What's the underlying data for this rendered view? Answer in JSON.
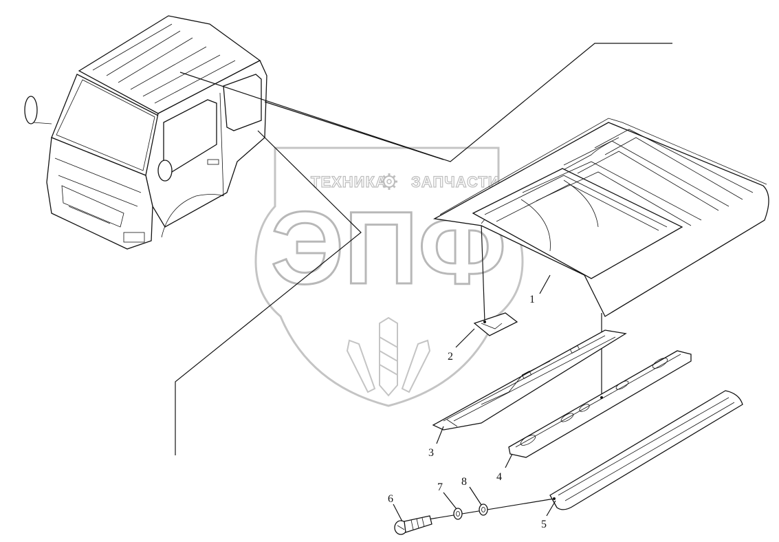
{
  "watermark": {
    "top_left": "ТЕХНИКА",
    "top_right": "ЗАПЧАСТИ",
    "big": "ЭПФ",
    "color": "#bdbdbd"
  },
  "callouts": [
    {
      "id": "1",
      "label": "1"
    },
    {
      "id": "2",
      "label": "2"
    },
    {
      "id": "3",
      "label": "3"
    },
    {
      "id": "4",
      "label": "4"
    },
    {
      "id": "5",
      "label": "5"
    },
    {
      "id": "6",
      "label": "6"
    },
    {
      "id": "7",
      "label": "7"
    },
    {
      "id": "8",
      "label": "8"
    }
  ],
  "icons": {
    "cab": "truck-cab-icon",
    "gear": "gear-icon"
  },
  "colors": {
    "line": "#111111",
    "background": "#ffffff"
  }
}
